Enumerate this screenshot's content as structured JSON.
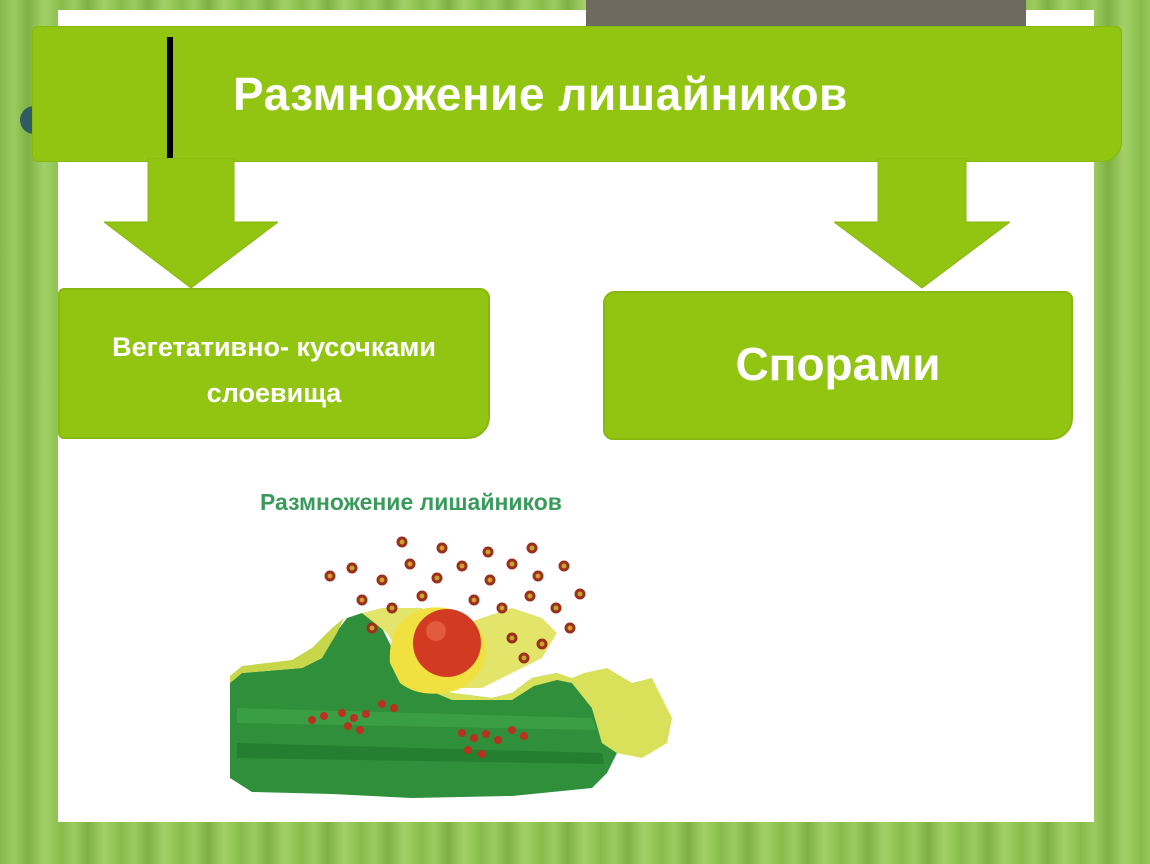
{
  "header": {
    "title": "Размножение лишайников"
  },
  "branches": [
    {
      "label_line1": "Вегетативно- кусочками",
      "label_line2": "слоевища"
    },
    {
      "label": "Спорами"
    }
  ],
  "illustration": {
    "caption": "Размножение лишайников"
  },
  "colors": {
    "accent_green": "#92c412",
    "text_on_green": "#ffffff",
    "caption_green": "#3a9a5c"
  }
}
